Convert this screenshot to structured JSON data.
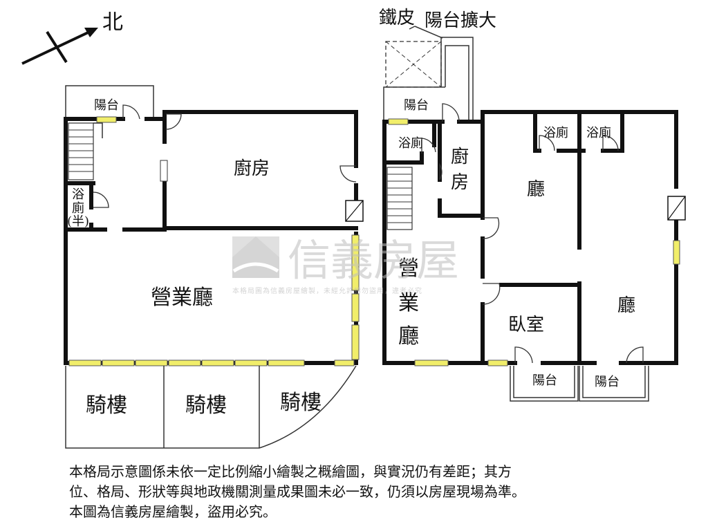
{
  "compass": {
    "label": "北"
  },
  "annotations": {
    "iron_sheet": "鐵皮",
    "balcony_expand": "陽台擴大"
  },
  "floor_left": {
    "balcony": "陽台",
    "kitchen": "廚房",
    "bath_half_1": "浴",
    "bath_half_2": "廁",
    "bath_half_3": "(半)",
    "business_hall": "營業廳",
    "arcades": [
      "騎樓",
      "騎樓",
      "騎樓"
    ]
  },
  "floor_right": {
    "balcony_top": "陽台",
    "bath_left": "浴廁",
    "kitchen_1": "廚",
    "kitchen_2": "房",
    "bath_a": "浴廁",
    "bath_b": "浴廁",
    "hall_1": "廳",
    "hall_2": "廳",
    "business_1": "營",
    "business_2": "業",
    "business_3": "廳",
    "bedroom": "臥室",
    "balcony_bottom_1": "陽台",
    "balcony_bottom_2": "陽台"
  },
  "watermark": {
    "brand": "信義房屋",
    "tagline": "本格局圖為信義房屋繪製，未經允許請勿盜用，違者必究"
  },
  "notes": [
    "本格局示意圖係未依一定比例縮小繪製之概繪圖，與實況仍有差距；其方",
    "位、格局、形狀等與地政機關測量成果圖未必一致，仍須以房屋現場為準。",
    "本圖為信義房屋繪製，盜用必究。"
  ]
}
